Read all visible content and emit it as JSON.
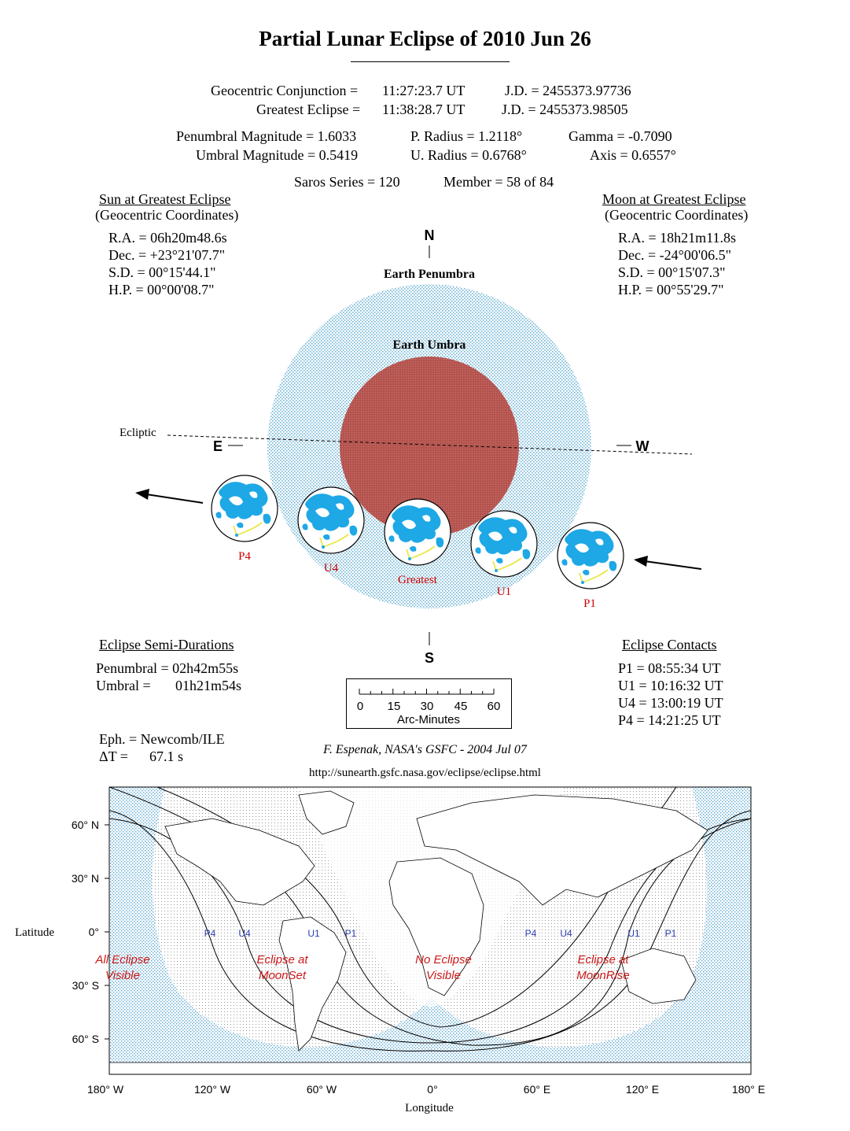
{
  "title": "Partial Lunar Eclipse of  2010 Jun 26",
  "header": {
    "conj": {
      "label": "Geocentric Conjunction = ",
      "time": "11:27:23.7 UT",
      "jd": "J.D. =  2455373.97736"
    },
    "greatest": {
      "label": "Greatest Eclipse = ",
      "time": "11:38:28.7 UT",
      "jd": "J.D. =  2455373.98505"
    },
    "pen_mag": "Penumbral Magnitude =  1.6033",
    "umb_mag": "Umbral Magnitude =  0.5419",
    "p_radius": "P. Radius = 1.2118°",
    "u_radius": "U. Radius = 0.6768°",
    "gamma": "Gamma = -0.7090",
    "axis": "Axis =  0.6557°",
    "saros": "Saros Series = 120",
    "member": "Member = 58 of 84"
  },
  "sun": {
    "heading": "Sun at Greatest Eclipse",
    "sub": "(Geocentric Coordinates)",
    "ra": "R.A. =  06h20m48.6s",
    "dec": "Dec. = +23°21'07.7\"",
    "sd": "S.D. =  00°15'44.1\"",
    "hp": "H.P. =  00°00'08.7\""
  },
  "moon": {
    "heading": "Moon at Greatest Eclipse",
    "sub": "(Geocentric Coordinates)",
    "ra": "R.A. =  18h21m11.8s",
    "dec": "Dec. = -24°00'06.5\"",
    "sd": "S.D. =  00°15'07.3\"",
    "hp": "H.P. =  00°55'29.7\""
  },
  "diagram": {
    "north": "N",
    "south": "S",
    "east": "E",
    "west": "W",
    "penumbra_label": "Earth Penumbra",
    "umbra_label": "Earth Umbra",
    "ecliptic_label": "Ecliptic",
    "moon_labels": [
      "P4",
      "U4",
      "Greatest",
      "U1",
      "P1"
    ],
    "colors": {
      "penumbra": "#bde3f2",
      "umbra": "#b5544f",
      "moon_water": "#ffffff",
      "moon_land": "#1ea8e6",
      "label": "#cc0000"
    }
  },
  "semi_durations": {
    "heading": "Eclipse Semi-Durations",
    "penumbral": "Penumbral = 02h42m55s",
    "umbral_label": "Umbral =",
    "umbral_value": "01h21m54s"
  },
  "contacts": {
    "heading": "Eclipse Contacts",
    "items": [
      "P1 = 08:55:34 UT",
      "U1 = 10:16:32 UT",
      "U4 = 13:00:19 UT",
      "P4 = 14:21:25 UT"
    ]
  },
  "scale": {
    "ticks": [
      "0",
      "15",
      "30",
      "45",
      "60"
    ],
    "caption": "Arc-Minutes"
  },
  "ephemeris": {
    "eph": "Eph. = Newcomb/ILE",
    "dt_label": "ΔT =",
    "dt_value": "67.1 s"
  },
  "credit": "F. Espenak, NASA's GSFC - 2004 Jul 07",
  "url": "http://sunearth.gsfc.nasa.gov/eclipse/eclipse.html",
  "map": {
    "lat_ticks": [
      "60° N",
      "30° N",
      "0°",
      "30° S",
      "60° S"
    ],
    "lon_ticks": [
      "180° W",
      "120° W",
      "60° W",
      "0°",
      "60° E",
      "120° E",
      "180° E"
    ],
    "ylabel": "Latitude",
    "xlabel": "Longitude",
    "curve_labels": [
      "P4",
      "U4",
      "U1",
      "P1",
      "P4",
      "U4",
      "U1",
      "P1"
    ],
    "regions": [
      {
        "line1": "All Eclipse",
        "line2": "Visible"
      },
      {
        "line1": "Eclipse at",
        "line2": "MoonSet"
      },
      {
        "line1": "No Eclipse",
        "line2": "Visible"
      },
      {
        "line1": "Eclipse at",
        "line2": "MoonRise"
      }
    ]
  }
}
